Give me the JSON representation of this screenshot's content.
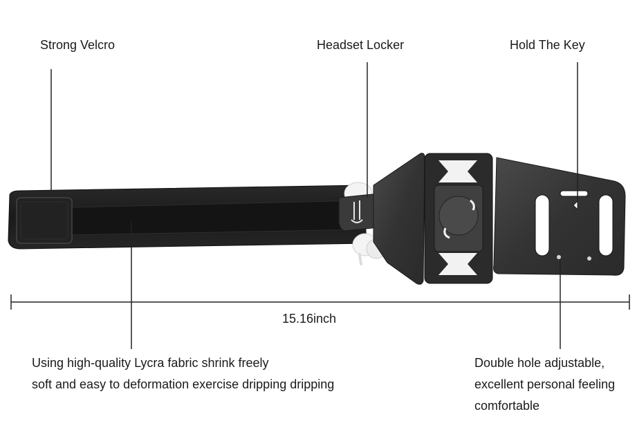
{
  "callouts": {
    "velcro": "Strong Velcro",
    "headset": "Headset Locker",
    "key": "Hold The Key"
  },
  "dimension": {
    "length": "15.16inch"
  },
  "descriptions": {
    "fabric": [
      "Using high-quality Lycra fabric shrink freely",
      "soft and easy to deformation exercise dripping dripping"
    ],
    "holes": [
      "Double hole adjustable,",
      "excellent personal feeling",
      "comfortable"
    ]
  },
  "colors": {
    "text": "#1a1a1a",
    "band": "#1c1c1c",
    "band_velcro": "#141414",
    "panel": "#3a3a3a",
    "holder": "#2b2b2b",
    "holder_accent": "#f2f2f2",
    "earbuds": "#f4f4f4",
    "line": "#222222"
  }
}
